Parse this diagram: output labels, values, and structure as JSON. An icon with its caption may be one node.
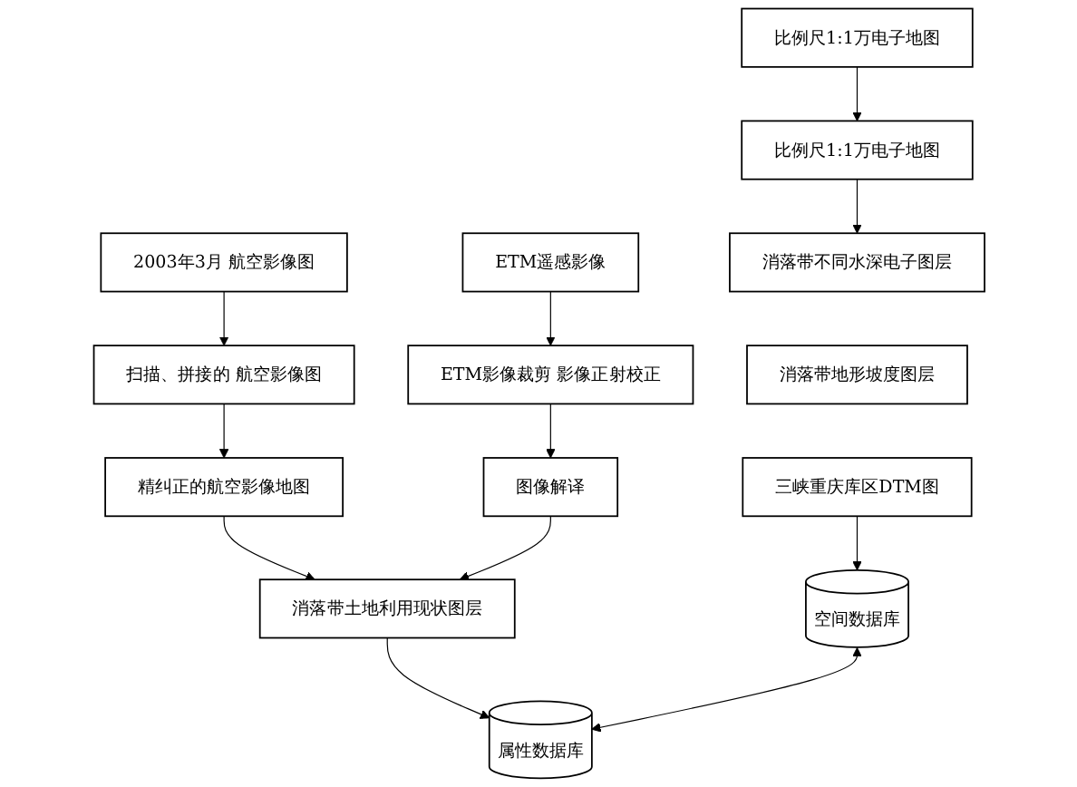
{
  "diagram": {
    "nodes": [
      {
        "text": [
          "比例尺1:1万电子地图"
        ]
      },
      {
        "text": [
          "比例尺1:1万电子地图"
        ]
      },
      {
        "text": [
          "消落带不同水深电子图层"
        ]
      },
      {
        "text": [
          "消落带地形坡度图层"
        ]
      },
      {
        "text": [
          "三峡重庆库区DTM图"
        ]
      },
      {
        "text": [
          "2003年3月 航空影像图"
        ]
      },
      {
        "text": [
          "扫描、拼接的 航空影像图"
        ]
      },
      {
        "text": [
          "精纠正的航空影像地图"
        ]
      },
      {
        "text": [
          "ETM遥感影像"
        ]
      },
      {
        "text": [
          "ETM影像裁剪 影像正射校正"
        ]
      },
      {
        "text": [
          "图像解译"
        ]
      },
      {
        "text": [
          "消落带土地利用现状图层"
        ]
      },
      {
        "text": [
          "空间数据库"
        ]
      },
      {
        "text": [
          "属性数据库"
        ]
      }
    ],
    "edges": [
      {
        "from": 0,
        "to": 1,
        "arrow": "to"
      },
      {
        "from": 1,
        "to": 2,
        "arrow": "to"
      },
      {
        "from": 5,
        "to": 6,
        "arrow": "to"
      },
      {
        "from": 6,
        "to": 7,
        "arrow": "to"
      },
      {
        "from": 8,
        "to": 9,
        "arrow": "to"
      },
      {
        "from": 9,
        "to": 10,
        "arrow": "to"
      },
      {
        "from": 7,
        "to": 11,
        "arrow": "to"
      },
      {
        "from": 10,
        "to": 11,
        "arrow": "to"
      },
      {
        "from": 4,
        "to": 12,
        "arrow": "to"
      },
      {
        "from": 11,
        "to": 13,
        "arrow": "to"
      },
      {
        "from": 12,
        "to": 13,
        "arrow": "both"
      }
    ]
  }
}
